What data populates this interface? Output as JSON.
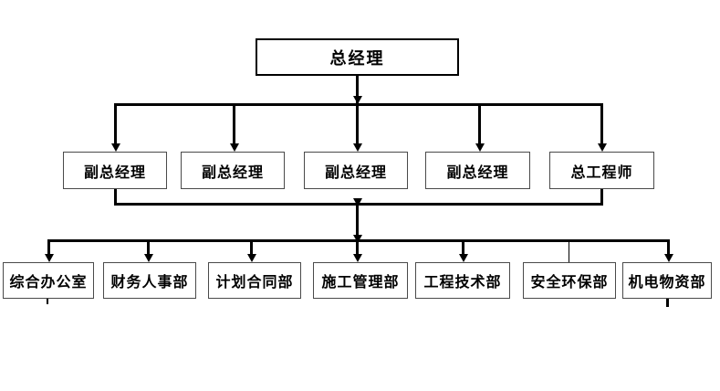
{
  "org": {
    "title": "organization-chart",
    "root": {
      "label": "总经理"
    },
    "level2": [
      {
        "label": "副总经理"
      },
      {
        "label": "副总经理"
      },
      {
        "label": "副总经理"
      },
      {
        "label": "副总经理"
      },
      {
        "label": "总工程师"
      }
    ],
    "level3": [
      {
        "label": "综合办公室"
      },
      {
        "label": "财务人事部"
      },
      {
        "label": "计划合同部"
      },
      {
        "label": "施工管理部"
      },
      {
        "label": "工程技术部"
      },
      {
        "label": "安全环保部"
      },
      {
        "label": "机电物资部"
      }
    ]
  },
  "colors": {
    "line": "#000000",
    "box_border": "#4a4a4a",
    "root_border": "#000000",
    "background": "#ffffff"
  }
}
